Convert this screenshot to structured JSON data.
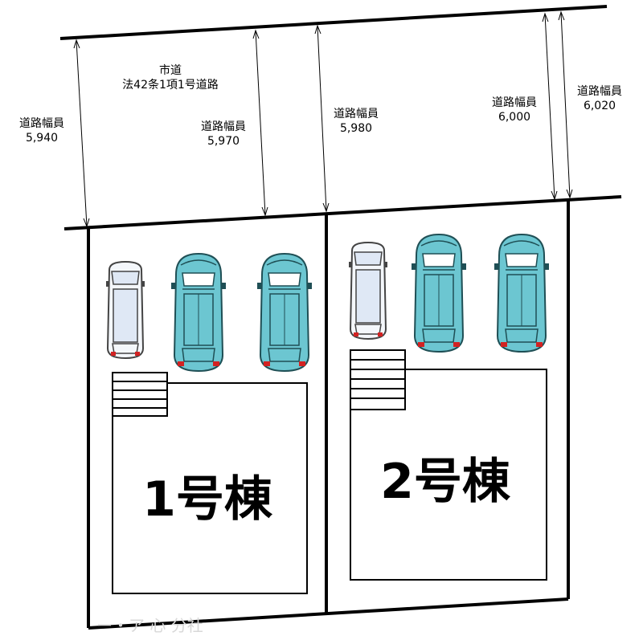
{
  "road": {
    "name_line1": "市道",
    "name_line2": "法42条1項1号道路",
    "widths": [
      {
        "label": "道路幅員",
        "value": "5,940"
      },
      {
        "label": "道路幅員",
        "value": "5,970"
      },
      {
        "label": "道路幅員",
        "value": "5,980"
      },
      {
        "label": "道路幅員",
        "value": "6,000"
      },
      {
        "label": "道路幅員",
        "value": "6,020"
      }
    ]
  },
  "lots": [
    {
      "building_label": "1号棟"
    },
    {
      "building_label": "2号棟"
    }
  ],
  "colors": {
    "line": "#000000",
    "teal_car": "#6cc6d1",
    "white_car": "#dfe8f5",
    "car_outline": "#1f4f55",
    "tail_light": "#d22222"
  },
  "watermark": "ー・ア 心 分社"
}
